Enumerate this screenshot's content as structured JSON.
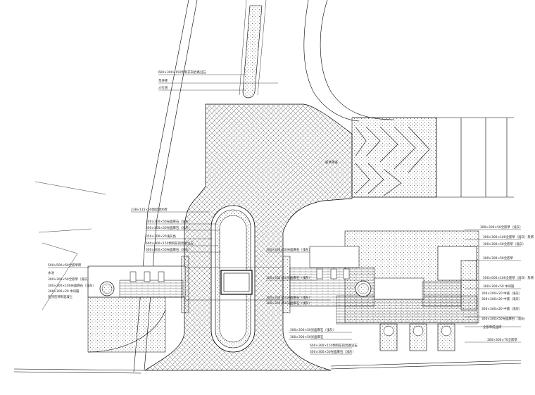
{
  "drawing": {
    "colors": {
      "line": "#000000",
      "background": "#ffffff",
      "hatch": "#555555"
    },
    "labels_top": [
      {
        "text": "600×300×150预制花岗岩路沿石"
      },
      {
        "text": "草坪砖"
      },
      {
        "text": "人行道"
      }
    ],
    "labels_mid_left": [
      {
        "text": "238×115×50烧结透水砖"
      },
      {
        "text": "300×300×50光面麻石（浅灰）"
      },
      {
        "text": "300×300×50光面麻石（浅灰）"
      },
      {
        "text": "350×300×20浅灰色"
      },
      {
        "text": "600×300×150预制花岗岩路沿石"
      },
      {
        "text": "300×300×50光面麻石（浅灰）"
      }
    ],
    "labels_far_left": [
      {
        "text": "500×500×60全嵌草砖"
      },
      {
        "text": "水池"
      },
      {
        "text": "300×300×50全嵌草（浅灰）"
      },
      {
        "text": "300×300×100光面麻石（浅灰）"
      },
      {
        "text": "300×300×20 中间铺"
      },
      {
        "text": "压顶石预制混凝土"
      }
    ],
    "labels_center": [
      {
        "text": "300×300×50光面麻石（浅灰）"
      },
      {
        "text": "300×300×50光面麻石（浅灰）"
      },
      {
        "text": "300×300×50光面麻石（浅灰）"
      },
      {
        "text": "300×300×50光面麻石（浅灰）"
      }
    ],
    "labels_bottom": [
      {
        "text": "300×300×50光面麻石（浅灰）"
      },
      {
        "text": "300×300×50光面麻石"
      },
      {
        "text": "600×300×150预制花岗岩路沿石"
      },
      {
        "text": "300×300×50光面麻石（浅灰）"
      }
    ],
    "labels_right": [
      {
        "text": "300×300×50全嵌草（浅灰）"
      },
      {
        "text": "300×300×100全嵌草（浅灰）及侧"
      },
      {
        "text": "300×300×50全嵌草（浅灰）"
      },
      {
        "text": "300×300×50全嵌草"
      },
      {
        "text": "500×500×100全嵌草（浅灰）及侧"
      },
      {
        "text": "300×300×50 中间铺"
      },
      {
        "text": "300×200×20 中铺（浅灰）"
      },
      {
        "text": "300×300×20 中铺（浅灰）"
      },
      {
        "text": "300×300×20 中铺（浅灰）"
      },
      {
        "text": "300×300×50光面麻石（浅灰）"
      },
      {
        "text": "全嵌草成品砖"
      },
      {
        "text": "300×300×70全嵌草"
      }
    ],
    "label_note_small": {
      "text": "嵌草砖铺"
    }
  }
}
